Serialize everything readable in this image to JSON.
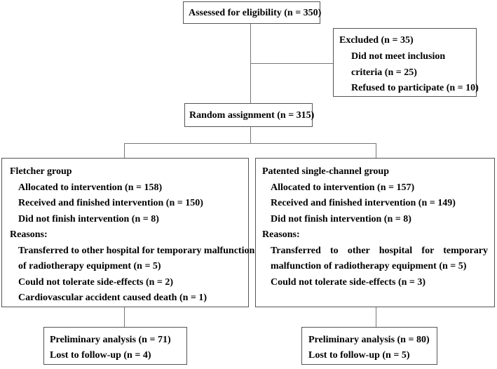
{
  "eligibility": {
    "text": "Assessed for eligibility (n = 350)"
  },
  "excluded": {
    "title": "Excluded (n = 35)",
    "line1": "Did not meet inclusion",
    "line2": "criteria (n = 25)",
    "line3": "Refused to participate (n = 10)"
  },
  "random": {
    "text": "Random assignment (n = 315)"
  },
  "fletcher": {
    "title": "Fletcher group",
    "allocated": "Allocated to intervention (n = 158)",
    "received": "Received and finished intervention (n = 150)",
    "not_finished": "Did not finish intervention (n = 8)",
    "reasons": "Reasons:",
    "reason1_line1": "Transferred to other hospital for temporary malfunction",
    "reason1_line2": "of radiotherapy equipment (n = 5)",
    "reason2": "Could not tolerate side-effects (n = 2)",
    "reason3": "Cardiovascular accident caused death (n = 1)"
  },
  "patented": {
    "title": "Patented single-channel group",
    "allocated": "Allocated to intervention (n = 157)",
    "received": "Received and finished intervention (n = 149)",
    "not_finished": "Did not finish intervention (n = 8)",
    "reasons": "Reasons:",
    "reason1_line1": "Transferred to other hospital for temporary",
    "reason1_line2": "malfunction of radiotherapy equipment (n = 5)",
    "reason2": "Could not tolerate side-effects (n = 3)"
  },
  "analysis_left": {
    "preliminary": "Preliminary analysis (n = 71)",
    "lost": "Lost to follow-up (n = 4)"
  },
  "analysis_right": {
    "preliminary": "Preliminary analysis (n = 80)",
    "lost": "Lost to follow-up (n = 5)"
  }
}
